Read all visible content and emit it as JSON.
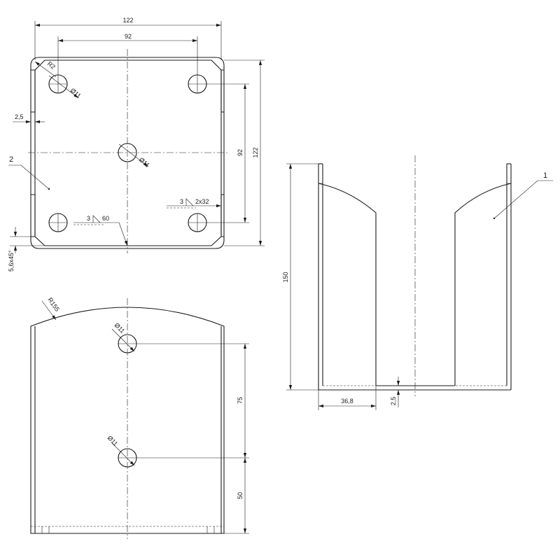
{
  "top_view": {
    "dim_overall_width": "122",
    "dim_hole_spacing_x": "92",
    "dim_overall_height": "122",
    "dim_hole_spacing_y": "92",
    "dim_corner_radius": "R2",
    "dim_hole_a": "Ø11",
    "dim_hole_b": "Ø11",
    "dim_thickness": "2,5",
    "dim_chamfer": "5,6x45°",
    "part_number": "2",
    "weld_left_size": "3",
    "weld_left_length": "60",
    "weld_right_size": "3",
    "weld_right_length": "2x32"
  },
  "front_view": {
    "dim_height": "150",
    "dim_flange_width": "36,8",
    "dim_base_thickness": "2,5",
    "part_number": "1"
  },
  "side_view": {
    "dim_arc_radius": "R155",
    "dim_hole_upper": "Ø11",
    "dim_hole_lower": "Ø11",
    "dim_hole_spacing": "75",
    "dim_hole_to_bottom": "50"
  }
}
